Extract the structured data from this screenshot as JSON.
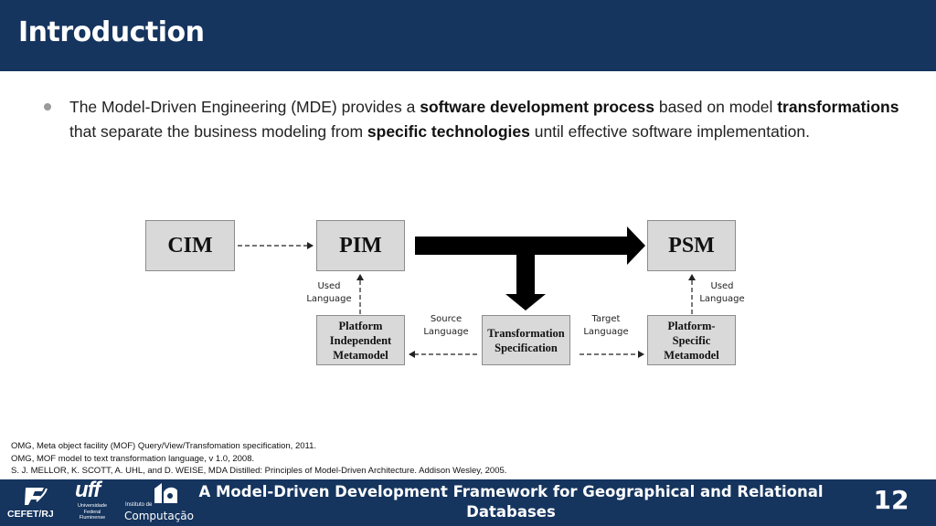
{
  "slide": {
    "title": "Introduction",
    "page_number": "12"
  },
  "bullet": {
    "segments": [
      {
        "text": "The Model-Driven Engineering (MDE) provides a ",
        "bold": false
      },
      {
        "text": "software development process",
        "bold": true
      },
      {
        "text": " based on model ",
        "bold": false
      },
      {
        "text": "transformations",
        "bold": true
      },
      {
        "text": " that separate the business modeling from ",
        "bold": false
      },
      {
        "text": "specific technologies",
        "bold": true
      },
      {
        "text": " until effective software implementation.",
        "bold": false
      }
    ]
  },
  "diagram": {
    "cim": "CIM",
    "pim": "PIM",
    "psm": "PSM",
    "pim_metamodel": "Platform\nIndependent\nMetamodel",
    "transformation_spec": "Transformation\nSpecification",
    "psm_metamodel": "Platform-\nSpecific\nMetamodel",
    "used_language_left": "Used\nLanguage",
    "used_language_right": "Used\nLanguage",
    "source_language": "Source\nLanguage",
    "target_language": "Target\nLanguage"
  },
  "references": [
    "OMG, Meta object facility (MOF) Query/View/Transfomation specification, 2011.",
    "OMG, MOF model to text transformation language, v 1.0, 2008.",
    "S. J. MELLOR, K. SCOTT, A. UHL, and D. WEISE, MDA Distilled: Principles of Model-Driven Architecture. Addison Wesley, 2005."
  ],
  "footer": {
    "title": "A Model-Driven Development Framework for Geographical and Relational Databases",
    "logo_cefet": "CEFET/RJ",
    "logo_uff": "uff",
    "logo_uff_sub": "Universidade\nFederal\nFluminense",
    "logo_ic_top": "Instituto de",
    "logo_ic": "Computação"
  },
  "colors": {
    "header_bg": "#15345e",
    "box_fill": "#d9d9d9",
    "box_border": "#8c8c8c"
  }
}
